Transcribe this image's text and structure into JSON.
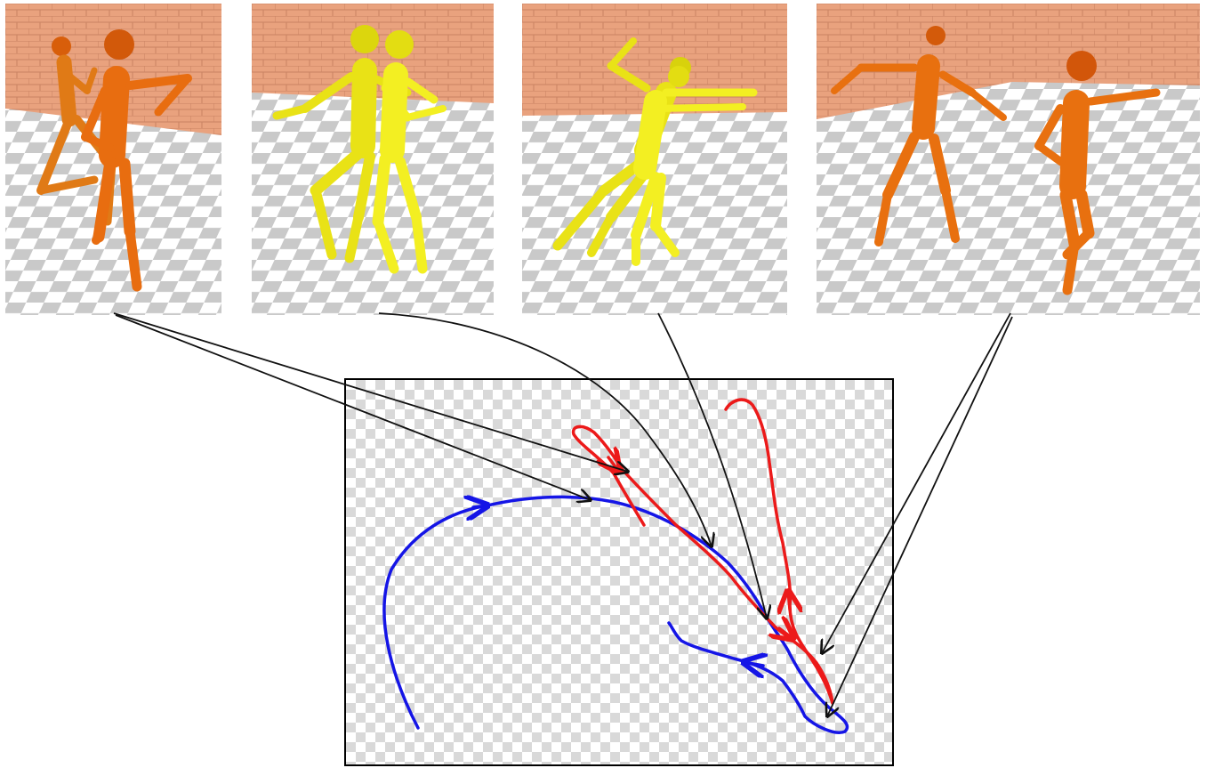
{
  "panels": [
    {
      "id": "pose-1",
      "figure_color": "#e8700f",
      "count": 2
    },
    {
      "id": "pose-2",
      "figure_color": "#f2ee20",
      "count": 2
    },
    {
      "id": "pose-3",
      "figure_color": "#f2ee20",
      "count": 2
    },
    {
      "id": "pose-4",
      "figure_color": "#e8700f",
      "count": 2
    }
  ],
  "colors": {
    "wall": "#e9a27e",
    "brick_line": "#c98363",
    "floor_light": "#ffffff",
    "floor_dark": "#c9c9c9",
    "trajectory_blue": "#1515e6",
    "trajectory_red": "#ec1a1a",
    "pointer_arrows": "#111111"
  },
  "trajectories": [
    "blue",
    "red"
  ]
}
